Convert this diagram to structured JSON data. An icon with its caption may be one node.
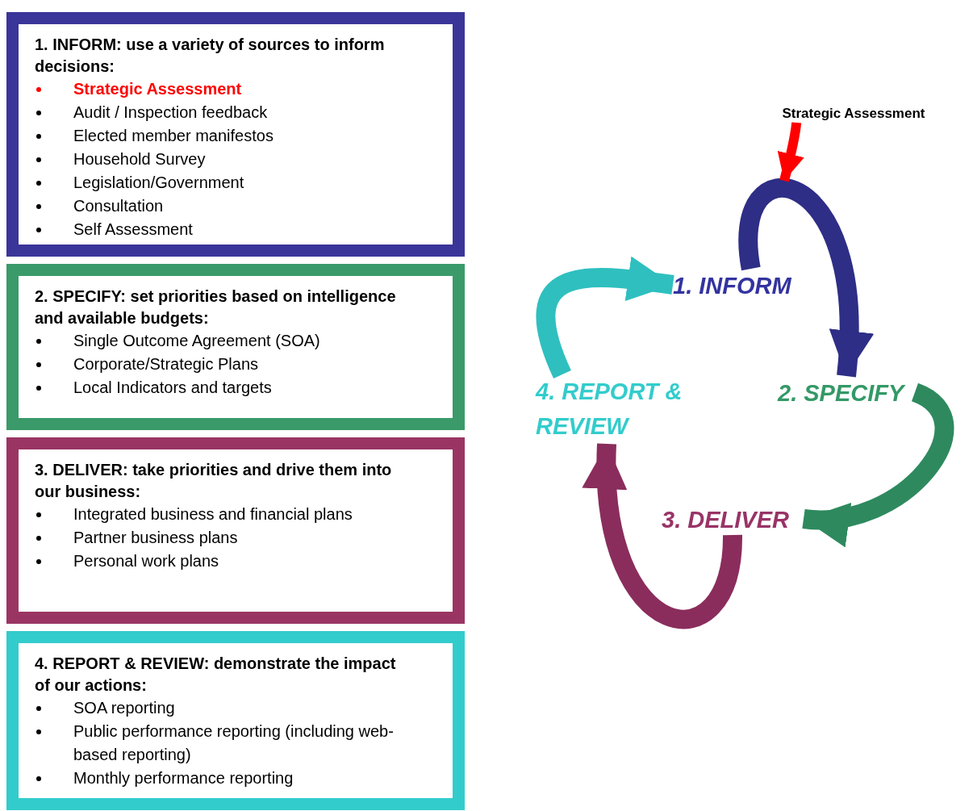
{
  "diagram": {
    "nodes": [
      {
        "text": [
          "1. INFORM: use a variety of sources to inform decisions:",
          "Strategic Assessment",
          "Audit / Inspection feedback",
          "Elected member manifestos",
          "Household Survey",
          "Legislation/Government",
          "Consultation",
          "Self Assessment"
        ]
      },
      {
        "text": [
          "2. SPECIFY: set priorities based on intelligence and available budgets:",
          "Single Outcome Agreement (SOA)",
          "Corporate/Strategic Plans",
          "Local Indicators and targets"
        ]
      },
      {
        "text": [
          "3. DELIVER: take priorities and drive them into our business:",
          "Integrated business and financial plans",
          "Partner business plans",
          "Personal work plans"
        ]
      },
      {
        "text": [
          "4. REPORT & REVIEW: demonstrate the impact of our actions:",
          "SOA reporting",
          "Public performance reporting (including web-based reporting)",
          "Monthly performance reporting"
        ]
      },
      {
        "text": [
          "1. INFORM"
        ]
      },
      {
        "text": [
          "2. SPECIFY"
        ]
      },
      {
        "text": [
          "3. DELIVER"
        ]
      },
      {
        "text": [
          "4. REPORT & REVIEW"
        ]
      },
      {
        "text": [
          "Strategic Assessment"
        ]
      }
    ],
    "edges": [
      {
        "from": 4,
        "to": 5,
        "arrow": "to",
        "color": "#2e2e86"
      },
      {
        "from": 5,
        "to": 6,
        "arrow": "to",
        "color": "#2e8a5e"
      },
      {
        "from": 6,
        "to": 7,
        "arrow": "to",
        "color": "#8a2d5c"
      },
      {
        "from": 7,
        "to": 4,
        "arrow": "to",
        "color": "#2fbfbf"
      },
      {
        "from": 8,
        "to": null,
        "arrow": "to",
        "color": "#ff0000"
      }
    ]
  }
}
